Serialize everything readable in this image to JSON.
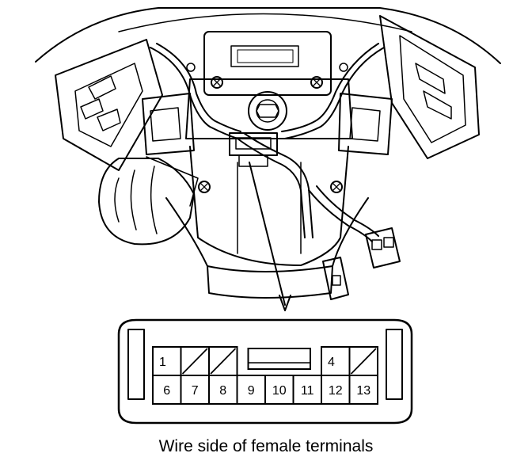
{
  "caption": "Wire side of female terminals",
  "connector": {
    "top_row": [
      {
        "label": "1",
        "state": "open"
      },
      {
        "label": "",
        "state": "empty"
      },
      {
        "label": "",
        "state": "empty"
      },
      {
        "label": "",
        "state": "key"
      },
      {
        "label": "",
        "state": "key"
      },
      {
        "label": "",
        "state": "key"
      },
      {
        "label": "4",
        "state": "open"
      },
      {
        "label": "",
        "state": "empty"
      }
    ],
    "bottom_row": [
      {
        "label": "6"
      },
      {
        "label": "7"
      },
      {
        "label": "8"
      },
      {
        "label": "9"
      },
      {
        "label": "10"
      },
      {
        "label": "11"
      },
      {
        "label": "12"
      },
      {
        "label": "13"
      }
    ]
  },
  "colors": {
    "line": "#000000",
    "background": "#ffffff"
  }
}
